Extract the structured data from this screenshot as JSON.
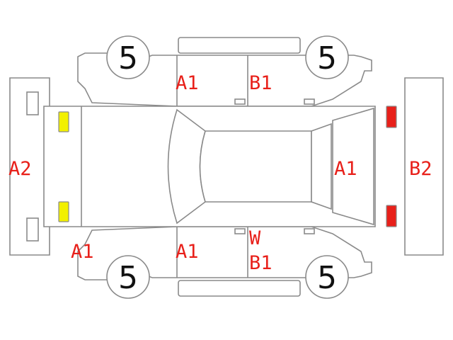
{
  "colors": {
    "outline": "#8a8a8a",
    "label": "#e8201a",
    "indicator_yellow": "#f2f000",
    "indicator_red": "#e8201a",
    "tire_text": "#111111"
  },
  "tires": {
    "front_left": "5",
    "rear_left": "5",
    "front_right": "5",
    "rear_right": "5"
  },
  "labels": {
    "front_bumper": "A2",
    "rear_bumper": "B2",
    "upper_front_door": "A1",
    "upper_rear_door": "B1",
    "lower_front_fender": "A1",
    "lower_front_door": "A1",
    "lower_rear_door_marker": "W",
    "lower_rear_door": "B1",
    "rear_gate": "A1"
  }
}
